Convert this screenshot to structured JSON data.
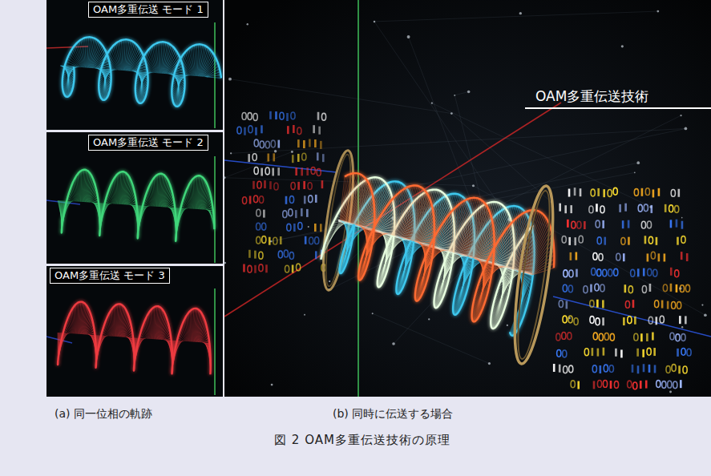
{
  "diagram": {
    "caption": "図 2 OAM多重伝送技術の原理",
    "nodes": [
      {
        "text": [
          "OAM多重伝送 モード 1"
        ]
      },
      {
        "text": [
          "OAM多重伝送 モード 2"
        ]
      },
      {
        "text": [
          "OAM多重伝送 モード 3"
        ]
      }
    ],
    "labels": [
      "OAM多重伝送技術",
      "(a) 同一位相の軌跡",
      "(b) 同時に伝送する場合"
    ]
  }
}
